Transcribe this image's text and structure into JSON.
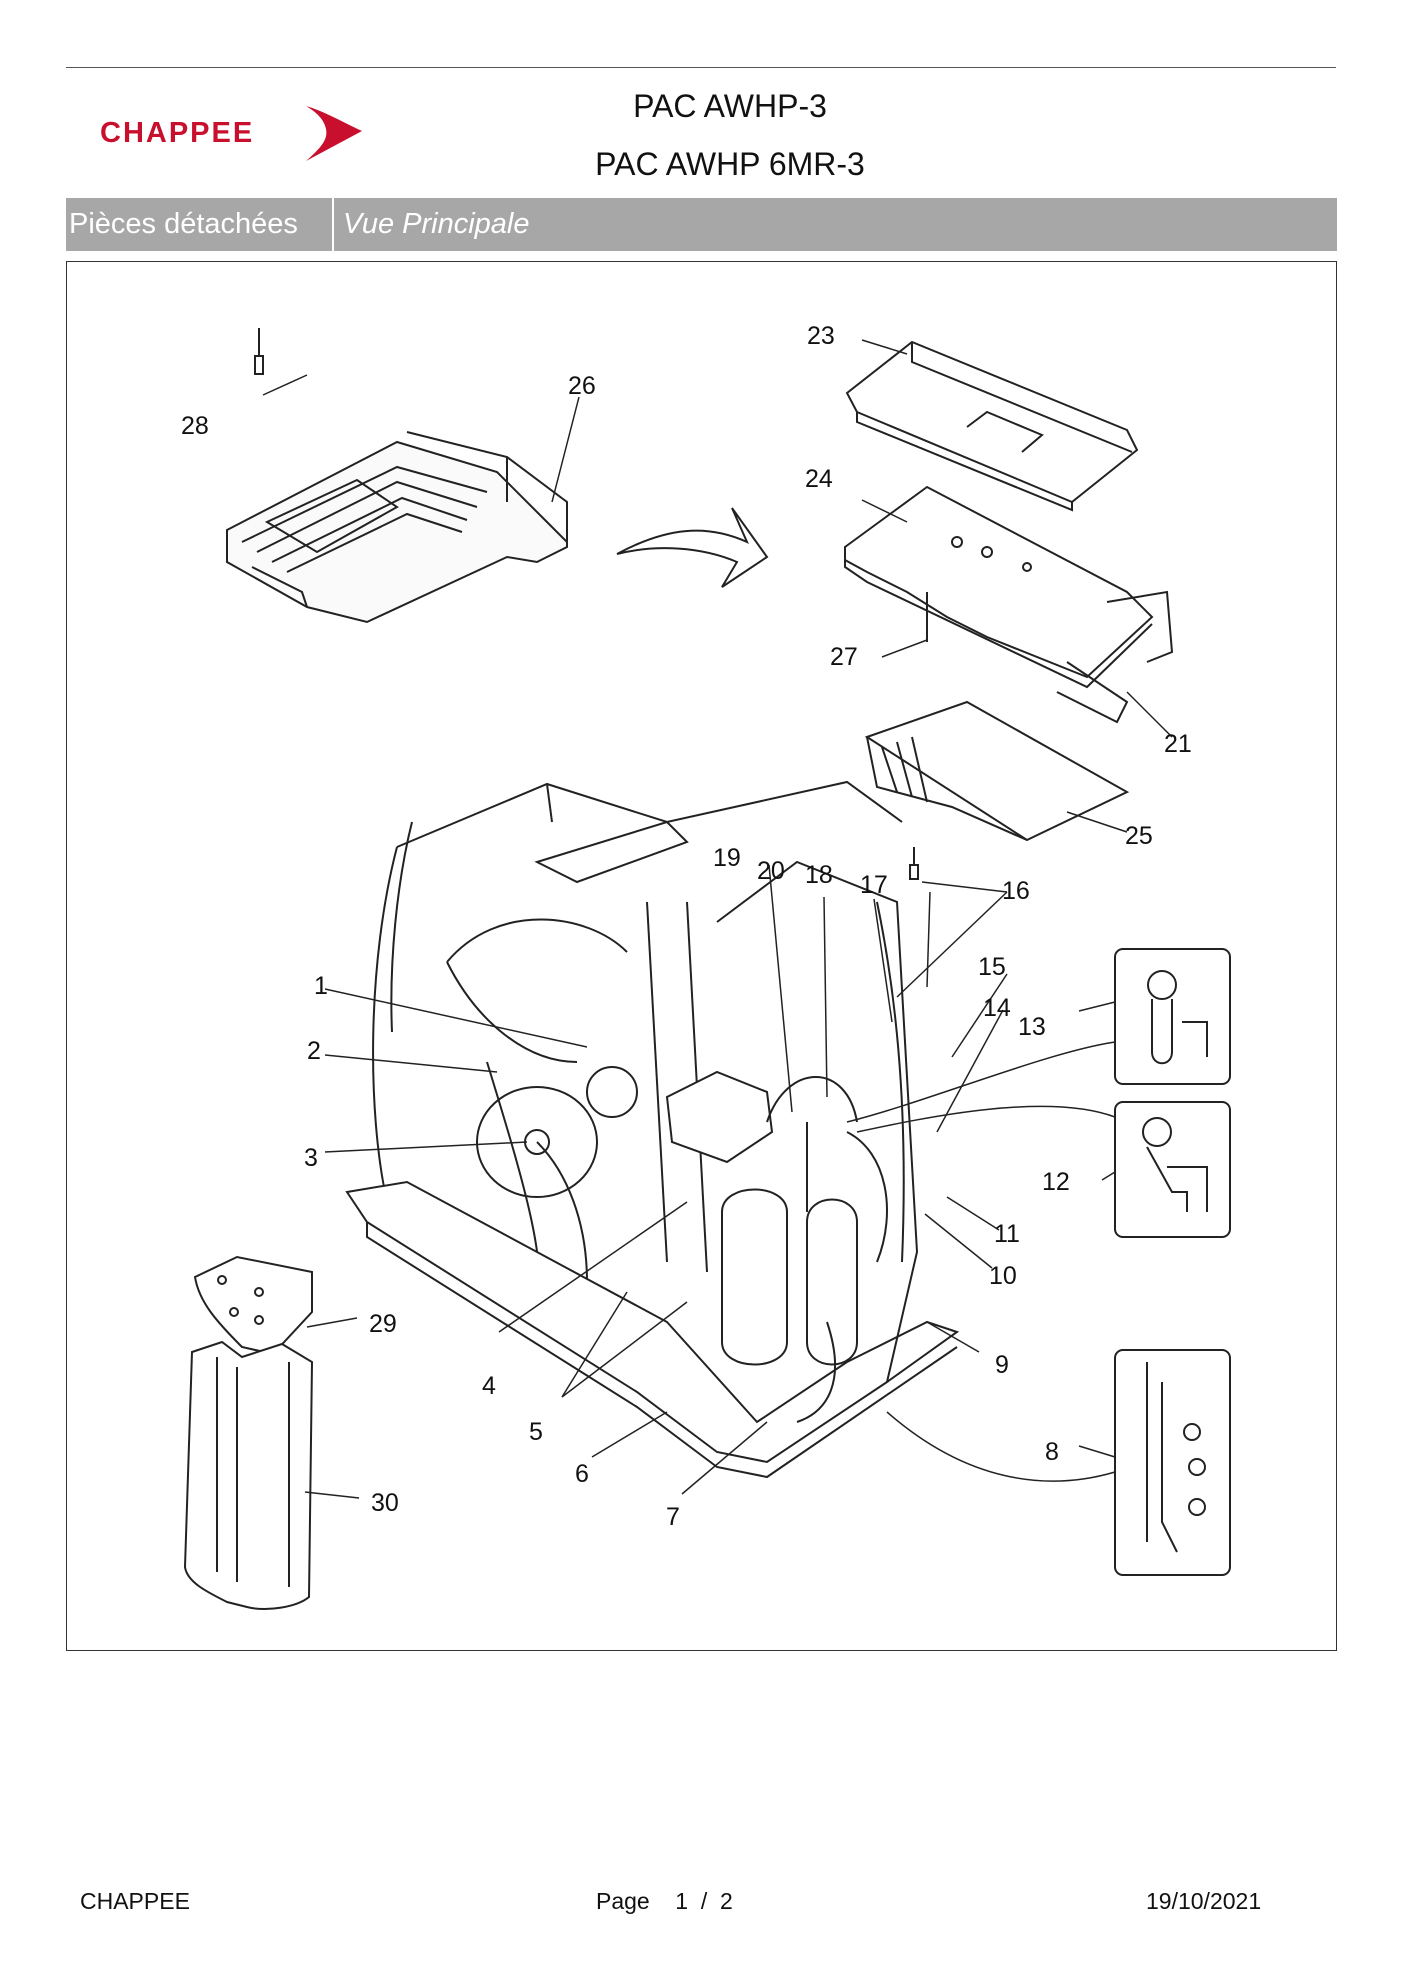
{
  "header": {
    "brand": "CHAPPEE",
    "title_line1": "PAC AWHP-3",
    "title_line2": "PAC AWHP 6MR-3"
  },
  "section_bar": {
    "left_label": "Pièces détachées",
    "right_label": "Vue Principale"
  },
  "diagram": {
    "callouts": [
      "1",
      "2",
      "3",
      "4",
      "5",
      "6",
      "7",
      "8",
      "9",
      "10",
      "11",
      "12",
      "13",
      "14",
      "15",
      "16",
      "17",
      "18",
      "19",
      "20",
      "21",
      "23",
      "24",
      "25",
      "26",
      "27",
      "28",
      "29",
      "30"
    ]
  },
  "footer": {
    "brand": "CHAPPEE",
    "page_label": "Page",
    "page_current": "1",
    "page_sep": "/",
    "page_total": "2",
    "date": "19/10/2021"
  }
}
